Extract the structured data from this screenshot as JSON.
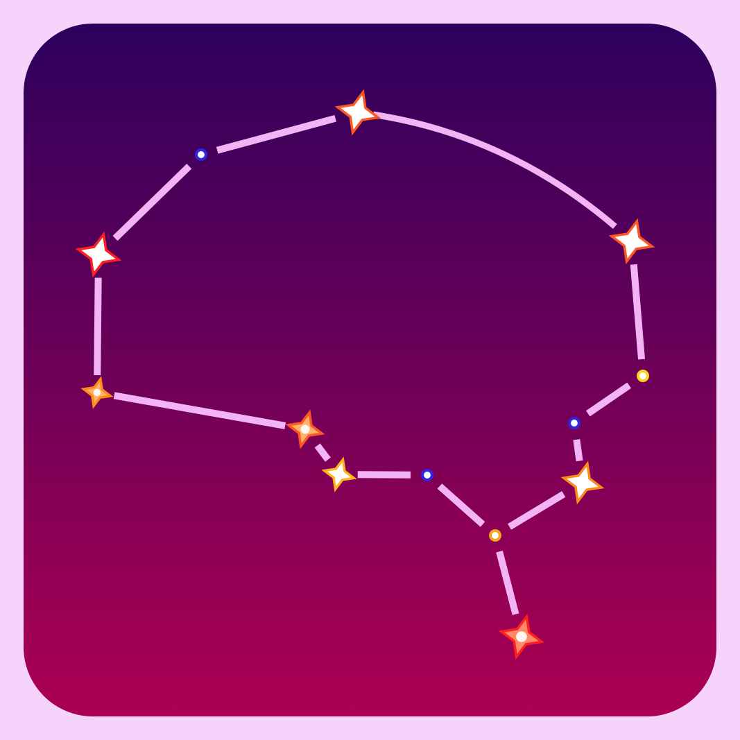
{
  "colors": {
    "page_background": "#f6d3fb",
    "sky_top": "#2d005d",
    "sky_bottom": "#ad0052",
    "link_line": "#f3b4f5"
  },
  "stars": [
    {
      "id": "star-1",
      "shape": "4-point-star",
      "icon": "red-sparkle-icon",
      "fill": "#ffffff",
      "stroke": "#ff1f1f"
    },
    {
      "id": "star-2",
      "shape": "dot",
      "icon": "blue-dot-icon",
      "fill": "#ffffff",
      "stroke": "#2f25e0"
    },
    {
      "id": "star-3",
      "shape": "4-point-star",
      "icon": "orange-sparkle-icon",
      "fill": "#ffffff",
      "stroke": "#ff5722"
    },
    {
      "id": "star-4",
      "shape": "4-point-star",
      "icon": "orange-sparkle-icon",
      "fill": "#ffffff",
      "stroke": "#ff5722"
    },
    {
      "id": "star-5",
      "shape": "dot",
      "icon": "yellow-dot-icon",
      "fill": "#ffffff",
      "stroke": "#ffd21f"
    },
    {
      "id": "star-6",
      "shape": "dot",
      "icon": "blue-dot-icon",
      "fill": "#ffffff",
      "stroke": "#2f25e0"
    },
    {
      "id": "star-7",
      "shape": "4-point-star",
      "icon": "gold-sparkle-icon",
      "fill": "#ffffff",
      "stroke": "#ff8c1a"
    },
    {
      "id": "star-8",
      "shape": "dot",
      "icon": "gold-dot-icon",
      "fill": "#ffffff",
      "stroke": "#f2a51c"
    },
    {
      "id": "star-9",
      "shape": "4-point-star",
      "icon": "red-sparkle-icon",
      "fill": "#ff8a6a",
      "stroke": "#ff1f1f"
    },
    {
      "id": "star-10",
      "shape": "dot",
      "icon": "blue-dot-icon",
      "fill": "#ffffff",
      "stroke": "#2f25e0"
    },
    {
      "id": "star-11",
      "shape": "4-point-star",
      "icon": "yellow-sparkle-icon",
      "fill": "#ffffff",
      "stroke": "#ffb21f"
    },
    {
      "id": "star-12",
      "shape": "4-point-star",
      "icon": "orange-sparkle-icon",
      "fill": "#ffb36b",
      "stroke": "#ff5722"
    },
    {
      "id": "star-13",
      "shape": "4-point-star",
      "icon": "orange-sparkle-icon",
      "fill": "#ffb36b",
      "stroke": "#ff8c1a"
    }
  ],
  "links": [
    [
      "star-1",
      "star-2"
    ],
    [
      "star-2",
      "star-3"
    ],
    [
      "star-3",
      "star-4"
    ],
    [
      "star-4",
      "star-5"
    ],
    [
      "star-5",
      "star-6"
    ],
    [
      "star-6",
      "star-7"
    ],
    [
      "star-7",
      "star-8"
    ],
    [
      "star-8",
      "star-9"
    ],
    [
      "star-8",
      "star-10"
    ],
    [
      "star-10",
      "star-11"
    ],
    [
      "star-11",
      "star-12"
    ],
    [
      "star-12",
      "star-13"
    ],
    [
      "star-13",
      "star-1"
    ]
  ]
}
